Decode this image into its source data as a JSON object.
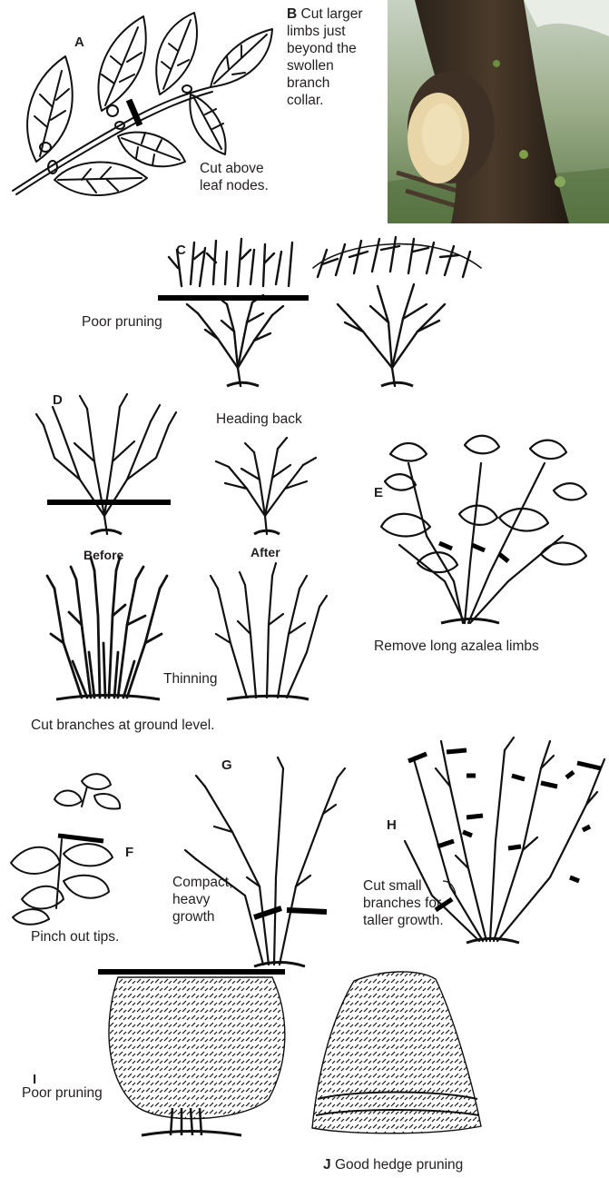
{
  "panels": {
    "a": {
      "letter": "A",
      "caption_line1": "Cut above",
      "caption_line2": "leaf nodes."
    },
    "b": {
      "letter": "B",
      "caption_lines": [
        "Cut larger",
        "limbs just",
        "beyond the",
        "swollen",
        "branch",
        "collar."
      ]
    },
    "c": {
      "letter": "C",
      "caption": "Poor pruning"
    },
    "d": {
      "letter": "D",
      "heading": "Heading back",
      "before": "Before",
      "after": "After",
      "thinning": "Thinning",
      "ground_caption": "Cut branches at ground level."
    },
    "e": {
      "letter": "E",
      "caption": "Remove long azalea limbs"
    },
    "f": {
      "letter": "F",
      "caption": "Pinch out tips."
    },
    "g": {
      "letter": "G",
      "caption_lines": [
        "Compact,",
        "heavy",
        "growth"
      ]
    },
    "h": {
      "letter": "H",
      "caption_lines": [
        "Cut small",
        "branches for",
        "taller growth."
      ]
    },
    "i": {
      "letter": "I",
      "caption": "Poor pruning"
    },
    "j": {
      "letter": "J",
      "caption": "Good hedge pruning"
    }
  },
  "colors": {
    "ink": "#111111",
    "text": "#231f20",
    "bark": "#3a2e22",
    "cut_wood": "#e8d6a8",
    "background_photo": "#8aa07a"
  }
}
